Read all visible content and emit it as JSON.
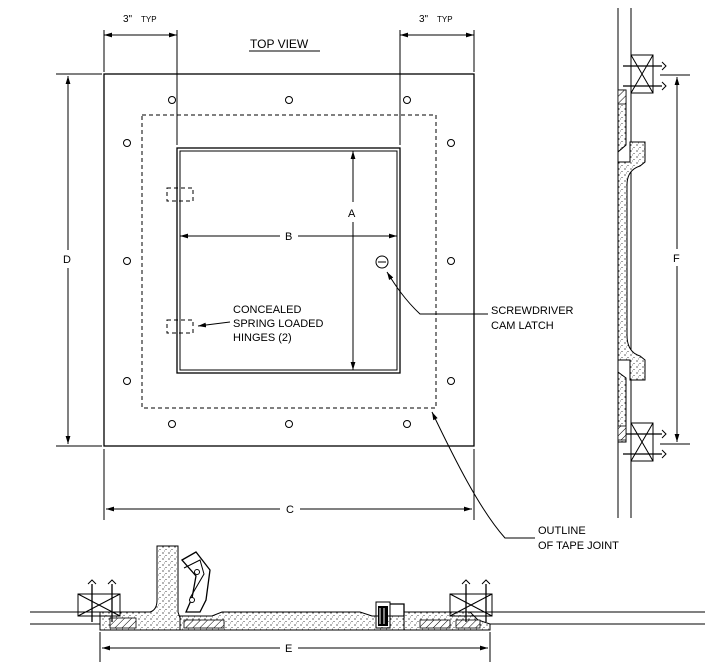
{
  "labels": {
    "title": "TOP VIEW",
    "typ_left_dim": "3\"",
    "typ_left_suffix": "TYP",
    "typ_right_dim": "3\"",
    "typ_right_suffix": "TYP",
    "dim_a": "A",
    "dim_b": "B",
    "dim_c": "C",
    "dim_d": "D",
    "dim_e": "E",
    "dim_f": "F",
    "hinges_line1": "CONCEALED",
    "hinges_line2": "SPRING LOADED",
    "hinges_line3": "HINGES (2)",
    "latch_line1": "SCREWDRIVER",
    "latch_line2": "CAM LATCH",
    "tape_line1": "OUTLINE",
    "tape_line2": "OF TAPE JOINT"
  },
  "colors": {
    "line": "#000000",
    "background": "#ffffff"
  }
}
